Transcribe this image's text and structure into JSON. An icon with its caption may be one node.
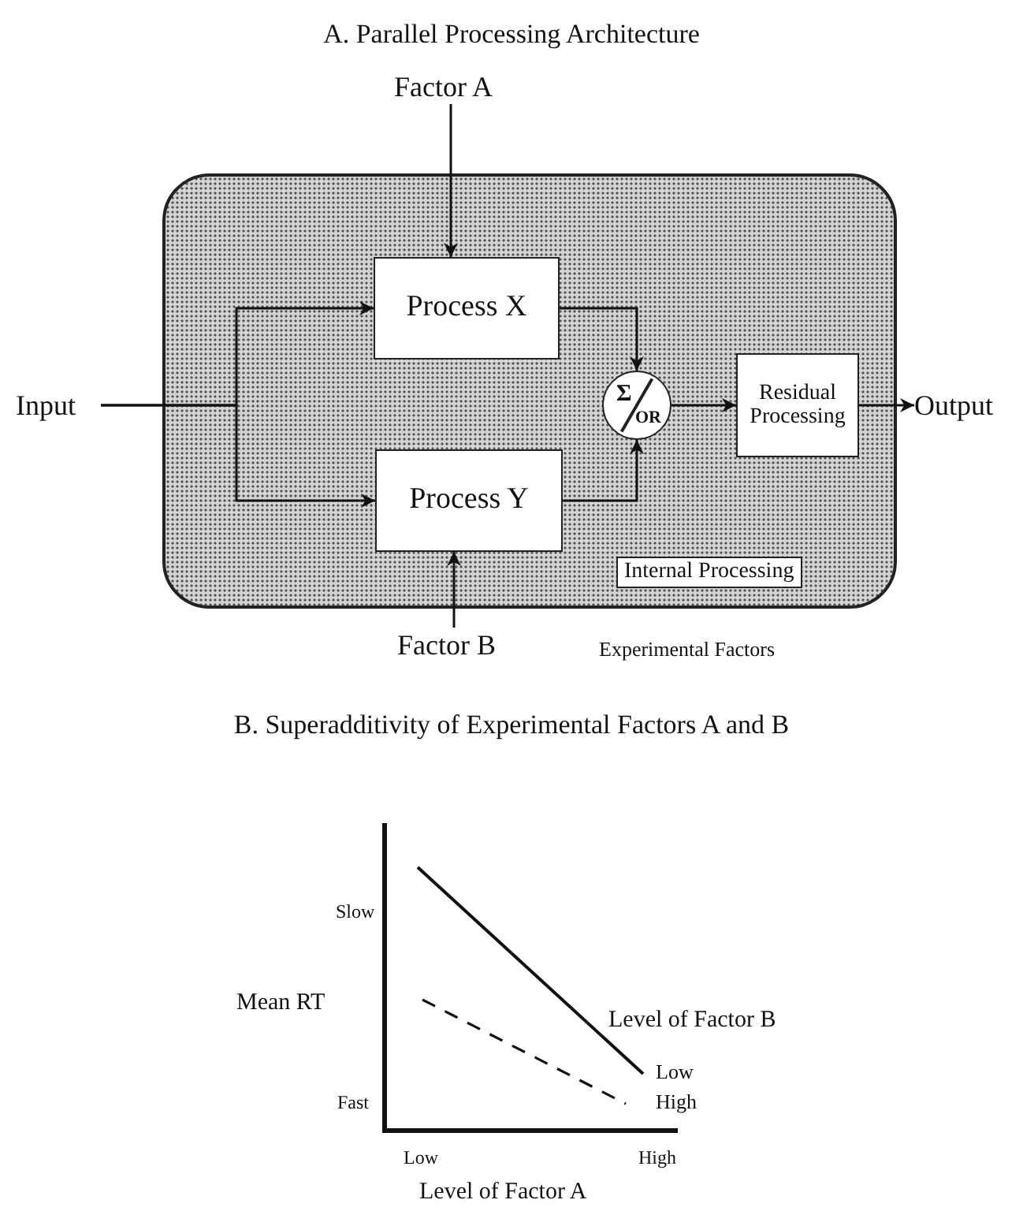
{
  "diagram": {
    "title": "A. Parallel Processing Architecture",
    "nodes": [
      {
        "text": [
          "Input"
        ]
      },
      {
        "text": [
          "Internal Processing"
        ]
      },
      {
        "text": [
          "Factor A"
        ]
      },
      {
        "text": [
          "Process X"
        ],
        "in": 1
      },
      {
        "text": [
          "Process Y"
        ],
        "in": 1
      },
      {
        "text": [
          "Σ",
          "OR"
        ],
        "in": 1
      },
      {
        "text": [
          "Residual Processing"
        ],
        "in": 1
      },
      {
        "text": [
          "Output"
        ]
      },
      {
        "text": [
          "Factor B"
        ]
      }
    ],
    "edges": [
      {
        "from": 0,
        "to": 3,
        "arrow": "to"
      },
      {
        "from": 0,
        "to": 4,
        "arrow": "to"
      },
      {
        "from": 2,
        "to": 3,
        "arrow": "to"
      },
      {
        "from": 8,
        "to": 4,
        "arrow": "to"
      },
      {
        "from": 3,
        "to": 5,
        "arrow": "to"
      },
      {
        "from": 4,
        "to": 5,
        "arrow": "to"
      },
      {
        "from": 5,
        "to": 6,
        "arrow": "to"
      },
      {
        "from": 6,
        "to": 7,
        "arrow": "to"
      }
    ],
    "labels": [
      "Experimental Factors",
      "B. Superadditivity of Experimental Factors A and B",
      "Slow",
      "Mean RT",
      "Level of Factor B",
      "Low",
      "Fast",
      "High",
      "Low",
      "High",
      "Level of Factor A"
    ]
  }
}
